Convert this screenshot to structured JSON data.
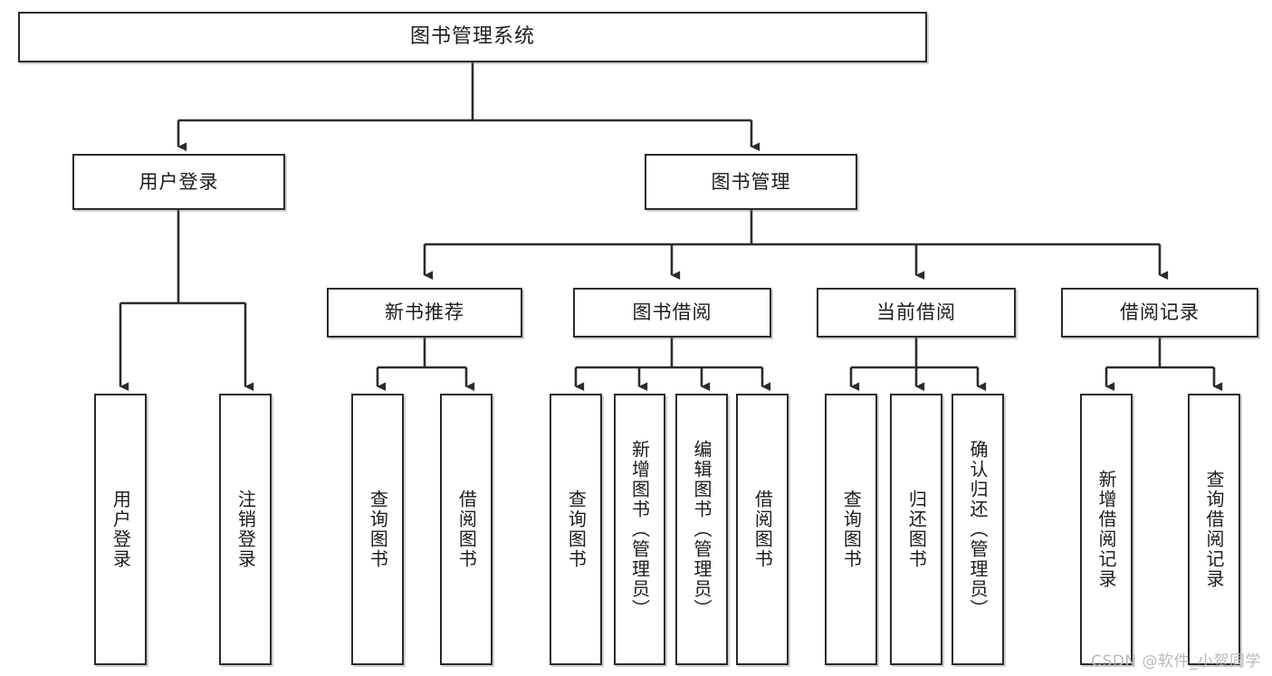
{
  "diagram": {
    "type": "tree-hierarchy",
    "title": "图书管理系统",
    "root": {
      "id": "root",
      "label": "图书管理系统"
    },
    "level2": [
      {
        "id": "user-login",
        "label": "用户登录"
      },
      {
        "id": "book-manage",
        "label": "图书管理"
      }
    ],
    "level3": [
      {
        "id": "new-book-recommend",
        "label": "新书推荐"
      },
      {
        "id": "book-borrow",
        "label": "图书借阅"
      },
      {
        "id": "current-borrow",
        "label": "当前借阅"
      },
      {
        "id": "borrow-record",
        "label": "借阅记录"
      }
    ],
    "leaves": {
      "user_login": [
        {
          "id": "leaf-user-login",
          "label": "用户登录"
        },
        {
          "id": "leaf-logout-login",
          "label": "注销登录"
        }
      ],
      "new_book_recommend": [
        {
          "id": "leaf-query-book-1",
          "label": "查询图书"
        },
        {
          "id": "leaf-borrow-book-1",
          "label": "借阅图书"
        }
      ],
      "book_borrow": [
        {
          "id": "leaf-query-book-2",
          "label": "查询图书"
        },
        {
          "id": "leaf-add-book",
          "label": "新增图书（管理员）"
        },
        {
          "id": "leaf-edit-book",
          "label": "编辑图书（管理员）"
        },
        {
          "id": "leaf-borrow-book-2",
          "label": "借阅图书"
        }
      ],
      "current_borrow": [
        {
          "id": "leaf-query-book-3",
          "label": "查询图书"
        },
        {
          "id": "leaf-return-book",
          "label": "归还图书"
        },
        {
          "id": "leaf-confirm-return",
          "label": "确认归还（管理员）"
        }
      ],
      "borrow_record": [
        {
          "id": "leaf-add-record",
          "label": "新增借阅记录"
        },
        {
          "id": "leaf-query-record",
          "label": "查询借阅记录"
        }
      ]
    },
    "watermark": "CSDN @软件_小贺同学",
    "colors": {
      "border": "#2b2b2b",
      "background": "#ffffff",
      "text": "#1c1c1c",
      "watermark": "#b9b9b9"
    }
  }
}
